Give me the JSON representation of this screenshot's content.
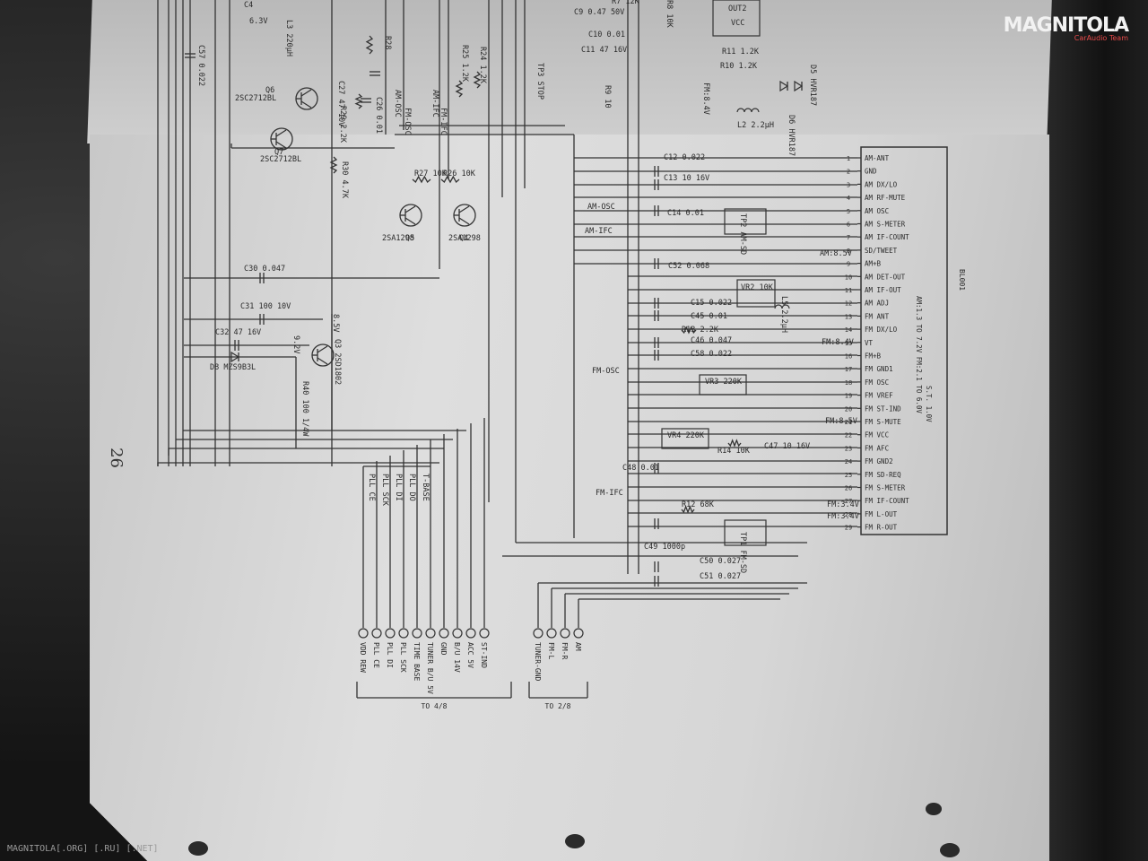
{
  "page_number": "26",
  "watermark": "MAGNITOLA[.ORG] [.RU] [.NET]",
  "logo": {
    "name": "MAGNITOLA",
    "sub": "CarAudio Team"
  },
  "module": {
    "ref": "BL001",
    "note_left": "S.T. 1.0V",
    "note_right": "AM:1.3 TO 7.2V  FM:2.1 TO 6.0V",
    "pins": [
      {
        "n": "1",
        "label": "AM-ANT"
      },
      {
        "n": "2",
        "label": "GND"
      },
      {
        "n": "3",
        "label": "AM DX/LO"
      },
      {
        "n": "4",
        "label": "AM RF-MUTE"
      },
      {
        "n": "5",
        "label": "AM OSC"
      },
      {
        "n": "6",
        "label": "AM S-METER"
      },
      {
        "n": "7",
        "label": "AM IF-COUNT"
      },
      {
        "n": "8",
        "label": "SD/TWEET"
      },
      {
        "n": "9",
        "label": "AM+B"
      },
      {
        "n": "10",
        "label": "AM DET-OUT"
      },
      {
        "n": "11",
        "label": "AM IF-OUT"
      },
      {
        "n": "12",
        "label": "AM ADJ"
      },
      {
        "n": "13",
        "label": "FM ANT"
      },
      {
        "n": "14",
        "label": "FM DX/LO"
      },
      {
        "n": "15",
        "label": "VT"
      },
      {
        "n": "16",
        "label": "FM+B"
      },
      {
        "n": "17",
        "label": "FM GND1"
      },
      {
        "n": "18",
        "label": "FM OSC"
      },
      {
        "n": "19",
        "label": "FM VREF"
      },
      {
        "n": "20",
        "label": "FM ST-IND"
      },
      {
        "n": "21",
        "label": "FM S-MUTE"
      },
      {
        "n": "22",
        "label": "FM VCC"
      },
      {
        "n": "23",
        "label": "FM AFC"
      },
      {
        "n": "24",
        "label": "FM GND2"
      },
      {
        "n": "25",
        "label": "FM SD-REQ"
      },
      {
        "n": "26",
        "label": "FM S-METER"
      },
      {
        "n": "27",
        "label": "FM IF-COUNT"
      },
      {
        "n": "28",
        "label": "FM L-OUT"
      },
      {
        "n": "29",
        "label": "FM R-OUT"
      }
    ]
  },
  "top_labels": [
    {
      "t": "C4"
    },
    {
      "t": "6.3V"
    },
    {
      "t": "L3 220μH"
    },
    {
      "t": "C57 0.022"
    },
    {
      "t": "R28"
    },
    {
      "t": "Q6"
    },
    {
      "t": "2SC2712BL"
    },
    {
      "t": "C27 47 10V"
    },
    {
      "t": "R29 2.2K"
    },
    {
      "t": "C26 0.01"
    },
    {
      "t": "Q7"
    },
    {
      "t": "2SC2712BL"
    },
    {
      "t": "R30 4.7K"
    },
    {
      "t": "AM-OSC"
    },
    {
      "t": "FM-OSC"
    },
    {
      "t": "AM-IFC"
    },
    {
      "t": "FM-IFC"
    },
    {
      "t": "R25 1.2K"
    },
    {
      "t": "R24 1.2K"
    },
    {
      "t": "R27 10K"
    },
    {
      "t": "R26 10K"
    },
    {
      "t": "Q5"
    },
    {
      "t": "2SA1298"
    },
    {
      "t": "Q4"
    },
    {
      "t": "2SA1298"
    },
    {
      "t": "TP3 STOP"
    },
    {
      "t": "R7 12K"
    },
    {
      "t": "C9 0.47 50V"
    },
    {
      "t": "C10 0.01"
    },
    {
      "t": "C11 47 16V"
    },
    {
      "t": "R9 10"
    },
    {
      "t": "R8 10K"
    },
    {
      "t": "OUT2"
    },
    {
      "t": "VCC"
    },
    {
      "t": "R11 1.2K"
    },
    {
      "t": "R10 1.2K"
    },
    {
      "t": "FM:8.4V"
    },
    {
      "t": "D5 HVR187"
    },
    {
      "t": "D6 HVR187"
    },
    {
      "t": "L2 2.2μH"
    }
  ],
  "mid_labels": [
    {
      "t": "C12 0.022"
    },
    {
      "t": "C13 10 16V"
    },
    {
      "t": "AM-OSC"
    },
    {
      "t": "C14 0.01"
    },
    {
      "t": "TP2 AM-SD"
    },
    {
      "t": "AM-IFC"
    },
    {
      "t": "AM:8.5V"
    },
    {
      "t": "C52 0.068"
    },
    {
      "t": "VR2 10K"
    },
    {
      "t": "C15 0.022"
    },
    {
      "t": "C45 0.01"
    },
    {
      "t": "L5 2.2μH"
    },
    {
      "t": "R13 2.2K"
    },
    {
      "t": "C46 0.047"
    },
    {
      "t": "FM:8.4V"
    },
    {
      "t": "C58 0.022"
    },
    {
      "t": "FM-OSC"
    },
    {
      "t": "VR3 220K"
    },
    {
      "t": "FM:8.5V"
    },
    {
      "t": "VR4 220K"
    },
    {
      "t": "R14 10K"
    },
    {
      "t": "C47 10 16V"
    },
    {
      "t": "C48 0.01"
    },
    {
      "t": "FM-IFC"
    },
    {
      "t": "R12 68K"
    },
    {
      "t": "FM:3.4V"
    },
    {
      "t": "FM:3.4V"
    },
    {
      "t": "C49 1000p"
    },
    {
      "t": "TP1 FM-SD"
    },
    {
      "t": "C50 0.027"
    },
    {
      "t": "C51 0.027"
    }
  ],
  "left_labels": [
    {
      "t": "C30 0.047"
    },
    {
      "t": "C31 100 10V"
    },
    {
      "t": "8.5V"
    },
    {
      "t": "C32 47 16V"
    },
    {
      "t": "9.2V"
    },
    {
      "t": "Q3 2SD1802"
    },
    {
      "t": "D8 MZS9B3L"
    },
    {
      "t": "R40 100 1/4W"
    }
  ],
  "bus_labels": [
    "PLL CE",
    "PLL SCK",
    "PLL DI",
    "PLL DO",
    "T-BASE"
  ],
  "connector_4_8": {
    "caption": "TO 4/8",
    "pins": [
      "VDD REW",
      "PLL CE",
      "PLL DI",
      "PLL SCK",
      "TIME BASE",
      "TUNER B/U 5V",
      "GND",
      "B/U 14V",
      "ACC 5V",
      "ST-IND"
    ]
  },
  "connector_2_8": {
    "caption": "TO 2/8",
    "pins": [
      "TUNER-GND",
      "FM-L",
      "FM-R",
      "AM"
    ]
  }
}
